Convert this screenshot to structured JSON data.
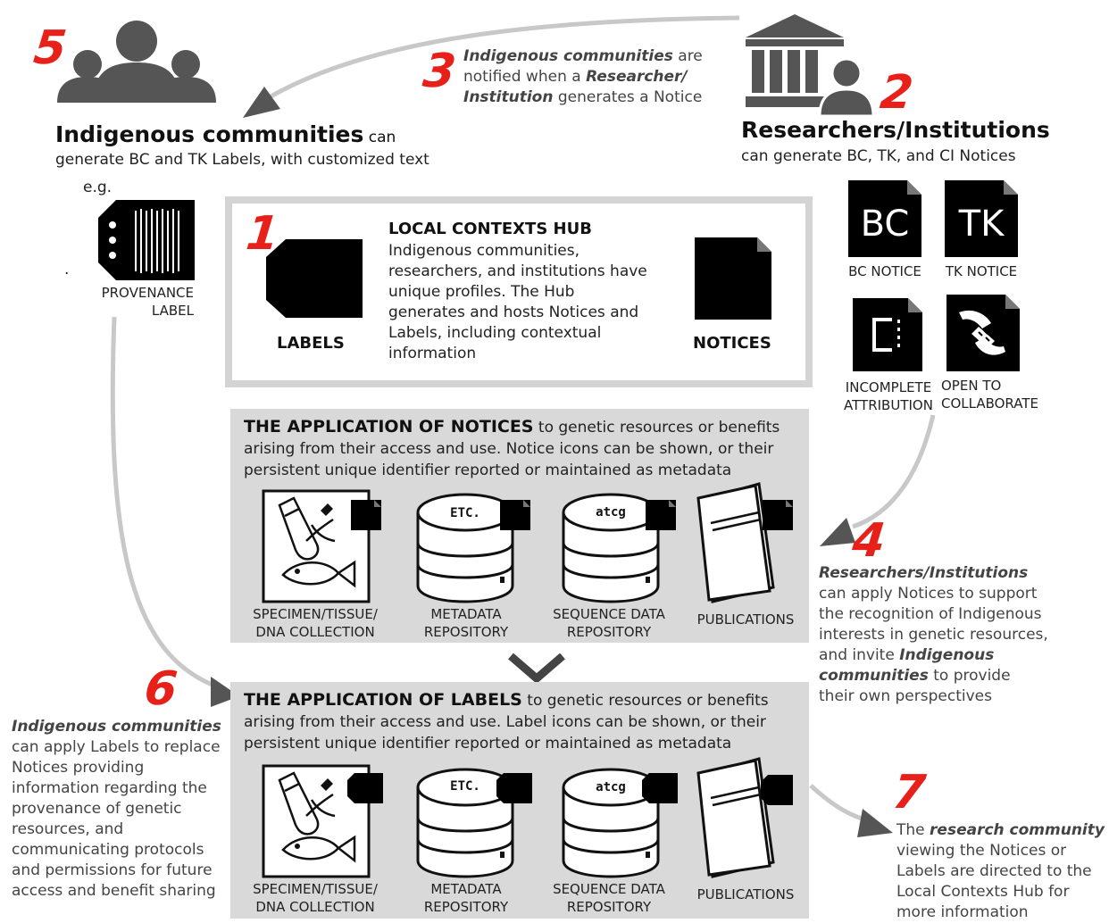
{
  "numbers": {
    "n1": "1",
    "n2": "2",
    "n3": "3",
    "n4": "4",
    "n5": "5",
    "n6": "6",
    "n7": "7"
  },
  "step3": {
    "bold1": "Indigenous communities",
    "t1": " are",
    "t2": "notified when a ",
    "bold2": "Researcher/",
    "bold3": "Institution",
    "t3": " generates a Notice"
  },
  "communities": {
    "heading": "Indigenous communities",
    "heading_suffix": " can",
    "line2": "generate BC and TK Labels, with customized text",
    "eg": "e.g.",
    "dot": ".",
    "label_caption_1": "PROVENANCE",
    "label_caption_2": "LABEL"
  },
  "researchers": {
    "heading": "Researchers/Institutions",
    "line2": "can generate BC, TK, and CI Notices"
  },
  "notices": [
    {
      "glyph": "BC",
      "caption": "BC NOTICE"
    },
    {
      "glyph": "TK",
      "caption": "TK NOTICE"
    },
    {
      "caption1": "INCOMPLETE",
      "caption2": "ATTRIBUTION"
    },
    {
      "caption1": "OPEN TO",
      "caption2": "COLLABORATE"
    }
  ],
  "hub": {
    "title": "LOCAL CONTEXTS HUB",
    "l1": "Indigenous communities,",
    "l2": "researchers, and institutions have",
    "l3": "unique profiles. The Hub",
    "l4": "generates and hosts Notices and",
    "l5": "Labels, including contextual",
    "l6": "information",
    "labels": "LABELS",
    "notices": "NOTICES"
  },
  "apply_notices": {
    "bold": "THE APPLICATION OF NOTICES",
    "t1": " to genetic resources or benefits",
    "l2": "arising from their access and use. Notice icons can be shown, or their",
    "l3": "persistent unique identifier reported or maintained as metadata"
  },
  "apply_labels": {
    "bold": "THE APPLICATION OF LABELS",
    "t1": " to genetic resources or benefits",
    "l2": "arising from their access and use. Label icons can be shown, or their",
    "l3": "persistent unique identifier reported or maintained as metadata"
  },
  "items": {
    "specimen1": "SPECIMEN/TISSUE/",
    "specimen2": "DNA COLLECTION",
    "meta1": "METADATA",
    "meta2": "REPOSITORY",
    "seq1": "SEQUENCE DATA",
    "seq2": "REPOSITORY",
    "pub": "PUBLICATIONS",
    "etc": "ETC.",
    "atcg": "atcg"
  },
  "step4": {
    "bold1": "Researchers/Institutions",
    "l2": "can apply Notices to support",
    "l3": "the recognition of Indigenous",
    "l4": "interests in genetic resources,",
    "l5a": "and invite ",
    "l5b": "Indigenous",
    "l6a": "communities",
    "l6b": " to provide",
    "l7": "their own perspectives"
  },
  "step6": {
    "bold1": "Indigenous communities",
    "l2": "can apply Labels to replace",
    "l3": "Notices providing",
    "l4": "information regarding the",
    "l5": "provenance of genetic",
    "l6": "resources, and",
    "l7": "communicating protocols",
    "l8": "and permissions for future",
    "l9": "access and benefit sharing"
  },
  "step7": {
    "l1a": "The ",
    "l1b": "research community",
    "l2": "viewing the Notices or",
    "l3": "Labels are directed to the",
    "l4": "Local Contexts Hub for",
    "l5": "more information"
  }
}
